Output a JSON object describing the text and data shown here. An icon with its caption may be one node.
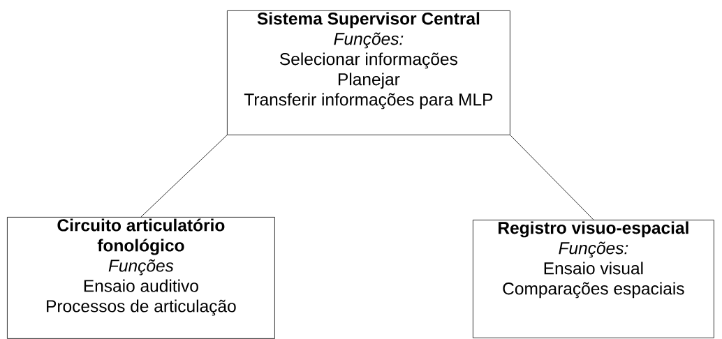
{
  "diagram": {
    "nodes": [
      {
        "text": [
          "Sistema Supervisor Central",
          "Funções:",
          "Selecionar informações",
          "Planejar",
          "Transferir informações para MLP"
        ]
      },
      {
        "text": [
          "Circuito articulatório fonológico",
          "Funções",
          "Ensaio auditivo",
          "Processos de articulação"
        ]
      },
      {
        "text": [
          "Registro visuo-espacial",
          "Funções:",
          "Ensaio visual",
          "Comparações espaciais"
        ]
      }
    ],
    "edges": [
      {
        "from": 0,
        "to": 1,
        "arrow": "none"
      },
      {
        "from": 0,
        "to": 2,
        "arrow": "none"
      }
    ]
  }
}
